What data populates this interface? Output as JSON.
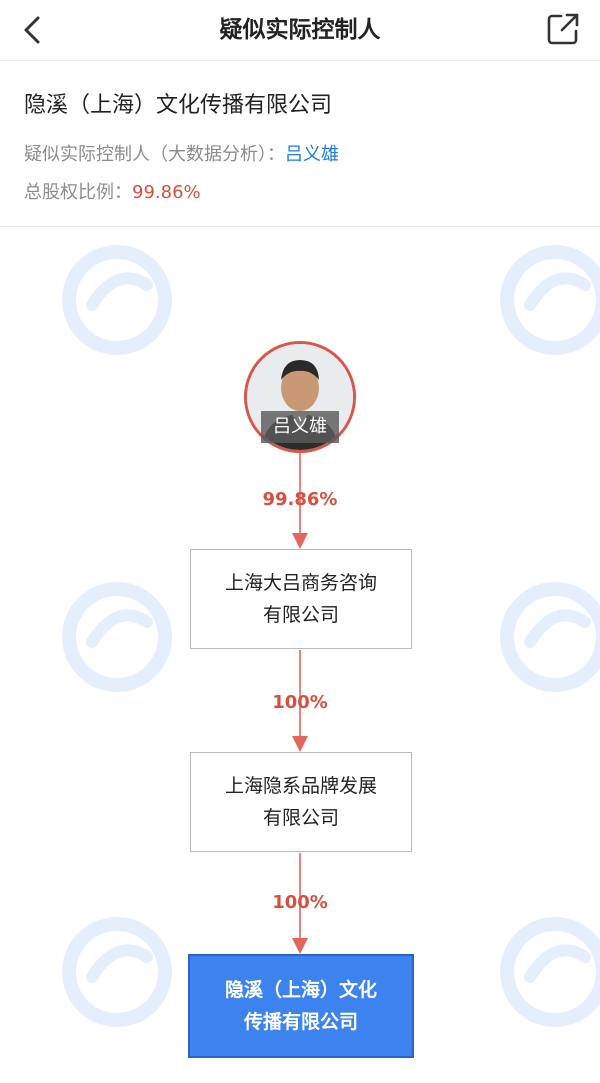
{
  "nav": {
    "title": "疑似实际控制人"
  },
  "info": {
    "company_name": "隐溪（上海）文化传播有限公司",
    "controller_label": "疑似实际控制人（大数据分析）：",
    "controller_name": "吕义雄",
    "ratio_label": "总股权比例：",
    "ratio_value": "99.86%"
  },
  "chain": {
    "person_name": "吕义雄",
    "links": [
      {
        "percent": "99.86%"
      },
      {
        "percent": "100%"
      },
      {
        "percent": "100%"
      }
    ],
    "companies": [
      {
        "line1": "上海大吕商务咨询",
        "line2": "有限公司"
      },
      {
        "line1": "上海隐系品牌发展",
        "line2": "有限公司"
      }
    ],
    "target": {
      "line1": "隐溪（上海）文化",
      "line2": "传播有限公司"
    }
  },
  "colors": {
    "accent_red": "#d64f3f",
    "link_blue": "#1f7be0",
    "target_blue": "#3d83f0"
  }
}
